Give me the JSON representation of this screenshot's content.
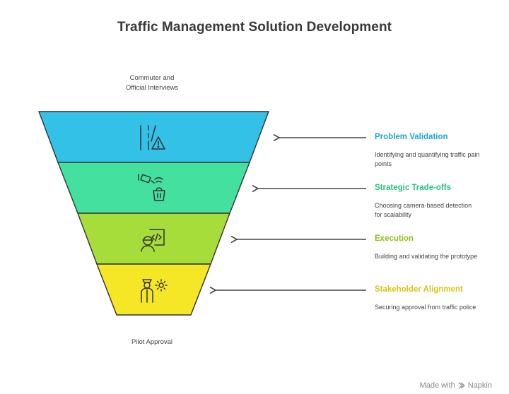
{
  "title": "Traffic Management Solution Development",
  "top_label": [
    "Commuter and",
    "Official Interviews"
  ],
  "bottom_label": "Pilot Approval",
  "stages": [
    {
      "title": "Problem Validation",
      "description": "Identifying and quantifying traffic pain points",
      "color": "#33c1e8",
      "text_color": "#1ea5cf",
      "icon": "road-warning-icon"
    },
    {
      "title": "Strategic Trade-offs",
      "description": "Choosing camera-based detection for scalability",
      "color": "#44e0a0",
      "text_color": "#27c07e",
      "icon": "camera-balance-icon"
    },
    {
      "title": "Execution",
      "description": "Building and validating the prototype",
      "color": "#a6dd3a",
      "text_color": "#8cc21b",
      "icon": "developer-code-icon"
    },
    {
      "title": "Stakeholder Alignment",
      "description": "Securing approval from traffic police",
      "color": "#f5e626",
      "text_color": "#d7c414",
      "icon": "officer-gear-icon"
    }
  ],
  "watermark": {
    "prefix": "Made with",
    "brand": "Napkin"
  }
}
